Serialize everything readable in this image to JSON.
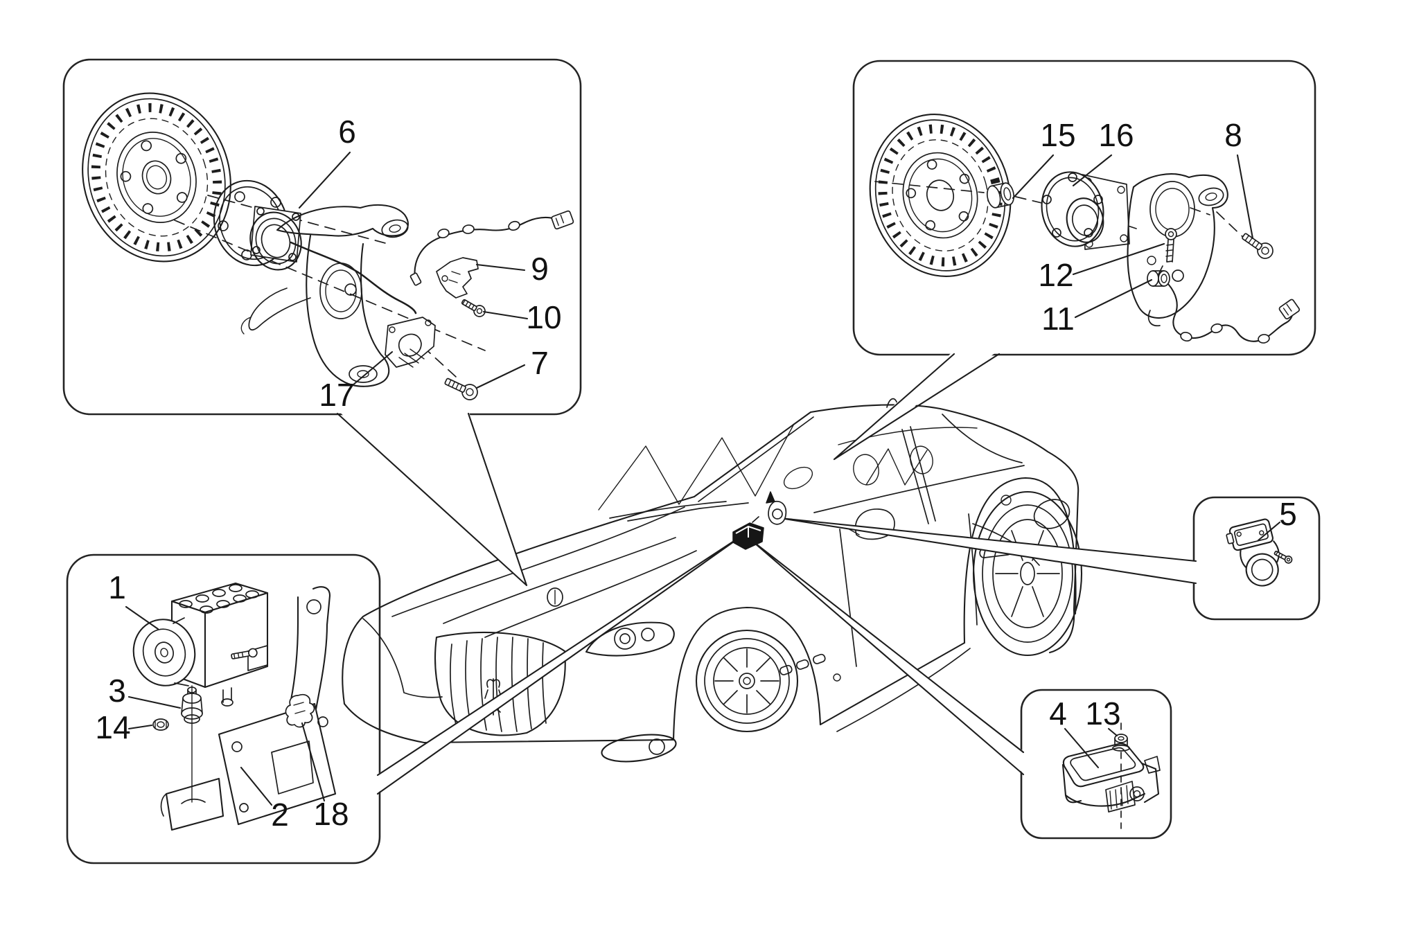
{
  "figure": {
    "background": "#ffffff",
    "line_color": "#1d1d1d",
    "label_color": "#111111"
  },
  "panels": {
    "front_wheel": {
      "callouts": [
        "6",
        "9",
        "10",
        "7",
        "17"
      ]
    },
    "rear_wheel": {
      "callouts": [
        "15",
        "16",
        "8",
        "12",
        "11"
      ]
    },
    "abs_unit": {
      "callouts": [
        "1",
        "3",
        "14",
        "2",
        "18"
      ]
    },
    "steering_sensor": {
      "callouts": [
        "5"
      ]
    },
    "yaw_sensor": {
      "callouts": [
        "4",
        "13"
      ]
    }
  }
}
